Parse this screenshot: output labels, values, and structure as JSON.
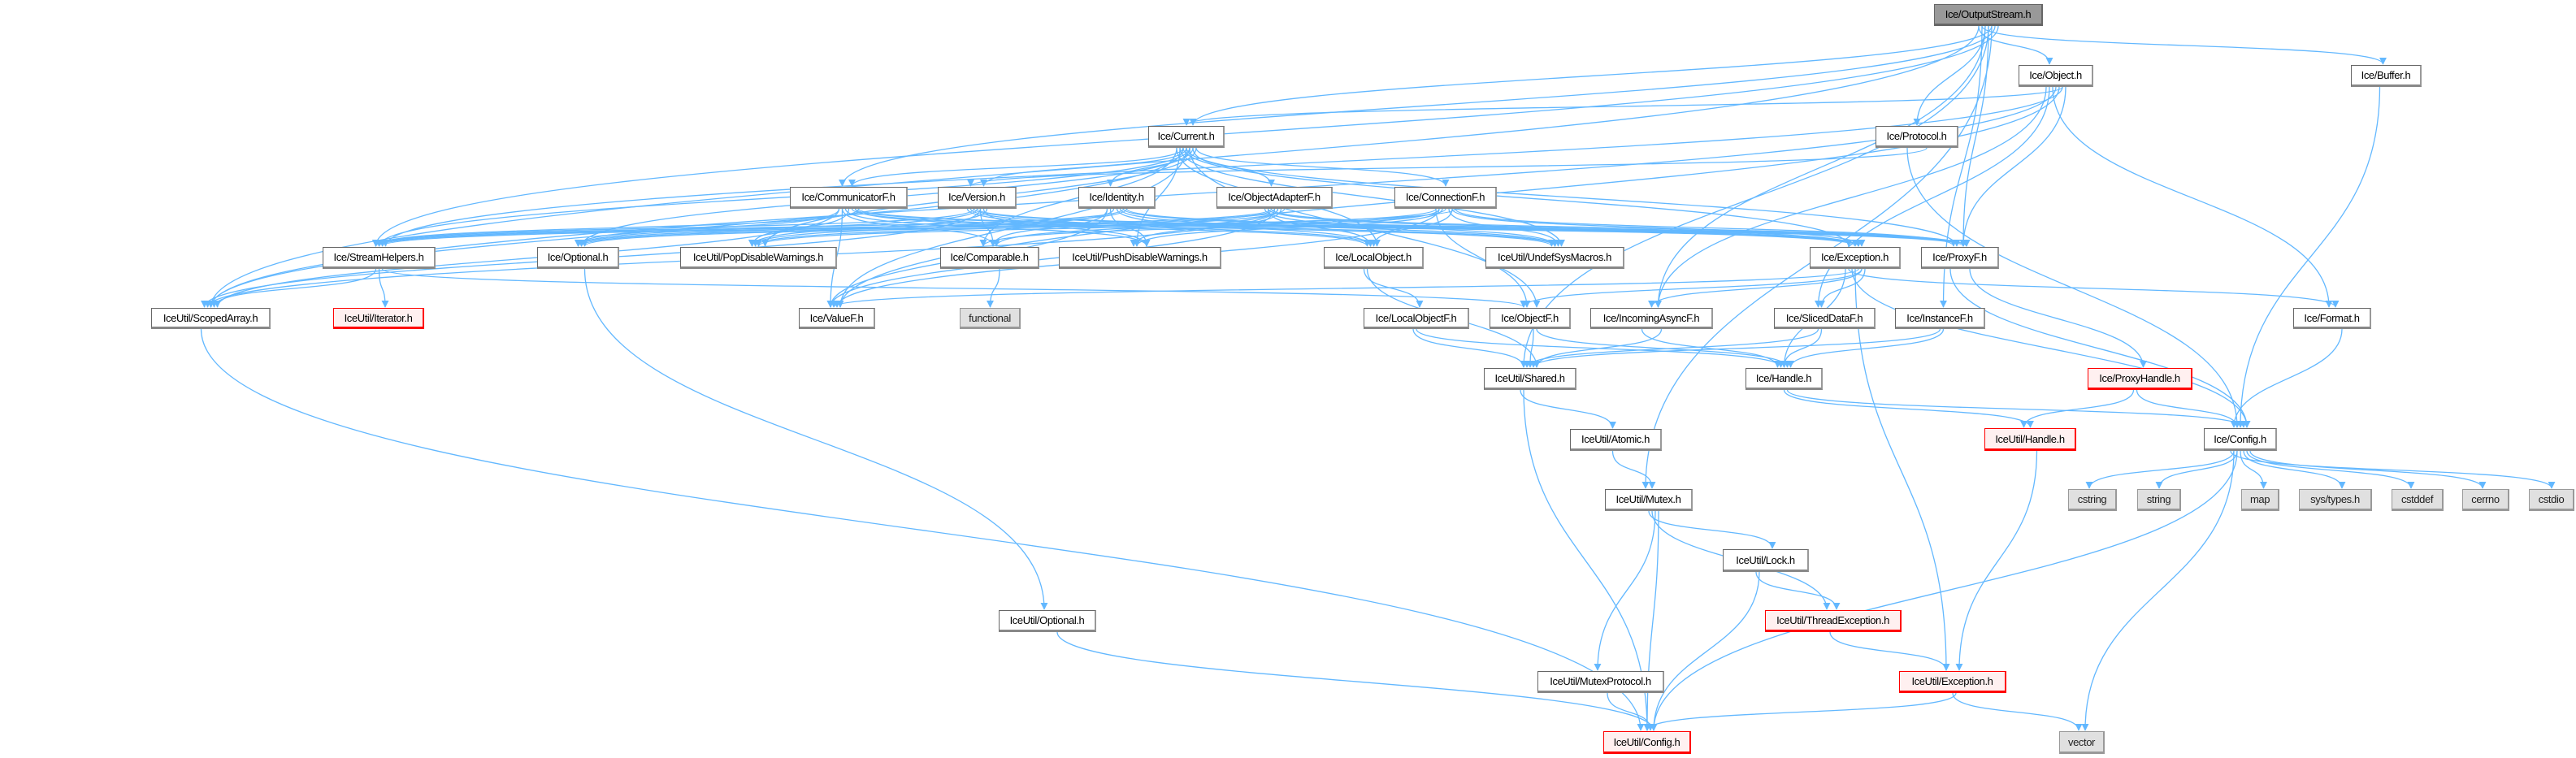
{
  "graph": {
    "nodes": {
      "outputstream": {
        "label": "Ice/OutputStream.h",
        "kind": "root"
      },
      "object": {
        "label": "Ice/Object.h",
        "kind": "normal"
      },
      "buffer": {
        "label": "Ice/Buffer.h",
        "kind": "normal"
      },
      "protocol": {
        "label": "Ice/Protocol.h",
        "kind": "normal"
      },
      "current": {
        "label": "Ice/Current.h",
        "kind": "normal"
      },
      "communicatorf": {
        "label": "Ice/CommunicatorF.h",
        "kind": "normal"
      },
      "version": {
        "label": "Ice/Version.h",
        "kind": "normal"
      },
      "identity": {
        "label": "Ice/Identity.h",
        "kind": "normal"
      },
      "objectadapterf": {
        "label": "Ice/ObjectAdapterF.h",
        "kind": "normal"
      },
      "connectionf": {
        "label": "Ice/ConnectionF.h",
        "kind": "normal"
      },
      "streamhelpers": {
        "label": "Ice/StreamHelpers.h",
        "kind": "normal"
      },
      "optional": {
        "label": "Ice/Optional.h",
        "kind": "normal"
      },
      "popdisable": {
        "label": "IceUtil/PopDisableWarnings.h",
        "kind": "normal"
      },
      "comparable": {
        "label": "Ice/Comparable.h",
        "kind": "normal"
      },
      "pushdisable": {
        "label": "IceUtil/PushDisableWarnings.h",
        "kind": "normal"
      },
      "localobject": {
        "label": "Ice/LocalObject.h",
        "kind": "normal"
      },
      "undefsys": {
        "label": "IceUtil/UndefSysMacros.h",
        "kind": "normal"
      },
      "exception": {
        "label": "Ice/Exception.h",
        "kind": "normal"
      },
      "proxyf": {
        "label": "Ice/ProxyF.h",
        "kind": "normal"
      },
      "scopedarray": {
        "label": "IceUtil/ScopedArray.h",
        "kind": "normal"
      },
      "iterator": {
        "label": "IceUtil/Iterator.h",
        "kind": "missing"
      },
      "valuef": {
        "label": "Ice/ValueF.h",
        "kind": "normal"
      },
      "functional": {
        "label": "functional",
        "kind": "external"
      },
      "localobjectf": {
        "label": "Ice/LocalObjectF.h",
        "kind": "normal"
      },
      "objectf": {
        "label": "Ice/ObjectF.h",
        "kind": "normal"
      },
      "incomingasyncf": {
        "label": "Ice/IncomingAsyncF.h",
        "kind": "normal"
      },
      "sliceddataf": {
        "label": "Ice/SlicedDataF.h",
        "kind": "normal"
      },
      "instancef": {
        "label": "Ice/InstanceF.h",
        "kind": "normal"
      },
      "format": {
        "label": "Ice/Format.h",
        "kind": "normal"
      },
      "shared": {
        "label": "IceUtil/Shared.h",
        "kind": "normal"
      },
      "handle": {
        "label": "Ice/Handle.h",
        "kind": "normal"
      },
      "proxyhandle": {
        "label": "Ice/ProxyHandle.h",
        "kind": "missing"
      },
      "iu_handle": {
        "label": "IceUtil/Handle.h",
        "kind": "missing"
      },
      "config": {
        "label": "Ice/Config.h",
        "kind": "normal"
      },
      "atomic": {
        "label": "IceUtil/Atomic.h",
        "kind": "normal"
      },
      "cstring": {
        "label": "cstring",
        "kind": "external"
      },
      "string": {
        "label": "string",
        "kind": "external"
      },
      "map": {
        "label": "map",
        "kind": "external"
      },
      "systypes": {
        "label": "sys/types.h",
        "kind": "external"
      },
      "cstddef": {
        "label": "cstddef",
        "kind": "external"
      },
      "cerrno": {
        "label": "cerrno",
        "kind": "external"
      },
      "cstdio": {
        "label": "cstdio",
        "kind": "external"
      },
      "mutex": {
        "label": "IceUtil/Mutex.h",
        "kind": "normal"
      },
      "lock": {
        "label": "IceUtil/Lock.h",
        "kind": "normal"
      },
      "iu_optional": {
        "label": "IceUtil/Optional.h",
        "kind": "normal"
      },
      "threadexc": {
        "label": "IceUtil/ThreadException.h",
        "kind": "missing"
      },
      "mutexprotocol": {
        "label": "IceUtil/MutexProtocol.h",
        "kind": "normal"
      },
      "iu_exception": {
        "label": "IceUtil/Exception.h",
        "kind": "missing"
      },
      "iu_config": {
        "label": "IceUtil/Config.h",
        "kind": "missing"
      },
      "vector": {
        "label": "vector",
        "kind": "external"
      }
    },
    "edges": [
      [
        "outputstream",
        "object"
      ],
      [
        "outputstream",
        "buffer"
      ],
      [
        "outputstream",
        "protocol"
      ],
      [
        "outputstream",
        "proxyf"
      ],
      [
        "outputstream",
        "current"
      ],
      [
        "outputstream",
        "communicatorf"
      ],
      [
        "outputstream",
        "streamhelpers"
      ],
      [
        "outputstream",
        "scopedarray"
      ],
      [
        "outputstream",
        "instancef"
      ],
      [
        "outputstream",
        "incomingasyncf"
      ],
      [
        "outputstream",
        "shared"
      ],
      [
        "outputstream",
        "mutex"
      ],
      [
        "object",
        "current"
      ],
      [
        "object",
        "proxyf"
      ],
      [
        "object",
        "incomingasyncf"
      ],
      [
        "object",
        "sliceddataf"
      ],
      [
        "object",
        "format"
      ],
      [
        "object",
        "scopedarray"
      ],
      [
        "object",
        "valuef"
      ],
      [
        "object",
        "streamhelpers"
      ],
      [
        "protocol",
        "version"
      ],
      [
        "protocol",
        "config"
      ],
      [
        "buffer",
        "config"
      ],
      [
        "current",
        "communicatorf"
      ],
      [
        "current",
        "version"
      ],
      [
        "current",
        "identity"
      ],
      [
        "current",
        "objectadapterf"
      ],
      [
        "current",
        "connectionf"
      ],
      [
        "current",
        "localobject"
      ],
      [
        "current",
        "undefsys"
      ],
      [
        "current",
        "exception"
      ],
      [
        "current",
        "proxyf"
      ],
      [
        "current",
        "streamhelpers"
      ],
      [
        "current",
        "optional"
      ],
      [
        "current",
        "popdisable"
      ],
      [
        "current",
        "comparable"
      ],
      [
        "current",
        "pushdisable"
      ],
      [
        "current",
        "scopedarray"
      ],
      [
        "current",
        "valuef"
      ],
      [
        "current",
        "objectf"
      ],
      [
        "communicatorf",
        "localobject"
      ],
      [
        "communicatorf",
        "streamhelpers"
      ],
      [
        "communicatorf",
        "optional"
      ],
      [
        "communicatorf",
        "comparable"
      ],
      [
        "communicatorf",
        "pushdisable"
      ],
      [
        "communicatorf",
        "popdisable"
      ],
      [
        "communicatorf",
        "undefsys"
      ],
      [
        "communicatorf",
        "exception"
      ],
      [
        "communicatorf",
        "proxyf"
      ],
      [
        "communicatorf",
        "scopedarray"
      ],
      [
        "communicatorf",
        "valuef"
      ],
      [
        "version",
        "streamhelpers"
      ],
      [
        "version",
        "optional"
      ],
      [
        "version",
        "comparable"
      ],
      [
        "version",
        "pushdisable"
      ],
      [
        "version",
        "popdisable"
      ],
      [
        "version",
        "localobject"
      ],
      [
        "version",
        "undefsys"
      ],
      [
        "version",
        "exception"
      ],
      [
        "version",
        "proxyf"
      ],
      [
        "version",
        "scopedarray"
      ],
      [
        "identity",
        "streamhelpers"
      ],
      [
        "identity",
        "optional"
      ],
      [
        "identity",
        "comparable"
      ],
      [
        "identity",
        "pushdisable"
      ],
      [
        "identity",
        "popdisable"
      ],
      [
        "identity",
        "localobject"
      ],
      [
        "identity",
        "undefsys"
      ],
      [
        "identity",
        "exception"
      ],
      [
        "identity",
        "proxyf"
      ],
      [
        "identity",
        "valuef"
      ],
      [
        "objectadapterf",
        "localobject"
      ],
      [
        "objectadapterf",
        "streamhelpers"
      ],
      [
        "objectadapterf",
        "optional"
      ],
      [
        "objectadapterf",
        "comparable"
      ],
      [
        "objectadapterf",
        "pushdisable"
      ],
      [
        "objectadapterf",
        "popdisable"
      ],
      [
        "objectadapterf",
        "undefsys"
      ],
      [
        "objectadapterf",
        "exception"
      ],
      [
        "objectadapterf",
        "proxyf"
      ],
      [
        "objectadapterf",
        "valuef"
      ],
      [
        "objectadapterf",
        "scopedarray"
      ],
      [
        "connectionf",
        "localobject"
      ],
      [
        "connectionf",
        "streamhelpers"
      ],
      [
        "connectionf",
        "optional"
      ],
      [
        "connectionf",
        "comparable"
      ],
      [
        "connectionf",
        "pushdisable"
      ],
      [
        "connectionf",
        "popdisable"
      ],
      [
        "connectionf",
        "undefsys"
      ],
      [
        "connectionf",
        "exception"
      ],
      [
        "connectionf",
        "proxyf"
      ],
      [
        "connectionf",
        "objectf"
      ],
      [
        "connectionf",
        "valuef"
      ],
      [
        "streamhelpers",
        "scopedarray"
      ],
      [
        "streamhelpers",
        "iterator"
      ],
      [
        "streamhelpers",
        "objectf"
      ],
      [
        "optional",
        "iu_optional"
      ],
      [
        "comparable",
        "functional"
      ],
      [
        "localobject",
        "localobjectf"
      ],
      [
        "localobject",
        "shared"
      ],
      [
        "localobjectf",
        "shared"
      ],
      [
        "localobjectf",
        "handle"
      ],
      [
        "objectf",
        "shared"
      ],
      [
        "objectf",
        "handle"
      ],
      [
        "incomingasyncf",
        "shared"
      ],
      [
        "incomingasyncf",
        "handle"
      ],
      [
        "sliceddataf",
        "shared"
      ],
      [
        "sliceddataf",
        "handle"
      ],
      [
        "instancef",
        "shared"
      ],
      [
        "instancef",
        "handle"
      ],
      [
        "exception",
        "objectf"
      ],
      [
        "exception",
        "sliceddataf"
      ],
      [
        "exception",
        "handle"
      ],
      [
        "exception",
        "format"
      ],
      [
        "exception",
        "config"
      ],
      [
        "exception",
        "iu_exception"
      ],
      [
        "exception",
        "valuef"
      ],
      [
        "exception",
        "incomingasyncf"
      ],
      [
        "proxyf",
        "proxyhandle"
      ],
      [
        "proxyf",
        "config"
      ],
      [
        "proxyhandle",
        "iu_handle"
      ],
      [
        "proxyhandle",
        "config"
      ],
      [
        "handle",
        "iu_handle"
      ],
      [
        "handle",
        "config"
      ],
      [
        "iu_handle",
        "iu_exception"
      ],
      [
        "format",
        "config"
      ],
      [
        "shared",
        "atomic"
      ],
      [
        "shared",
        "iu_config"
      ],
      [
        "atomic",
        "mutex"
      ],
      [
        "mutex",
        "lock"
      ],
      [
        "mutex",
        "threadexc"
      ],
      [
        "mutex",
        "mutexprotocol"
      ],
      [
        "mutex",
        "iu_config"
      ],
      [
        "lock",
        "threadexc"
      ],
      [
        "lock",
        "iu_config"
      ],
      [
        "threadexc",
        "iu_exception"
      ],
      [
        "iu_exception",
        "vector"
      ],
      [
        "iu_exception",
        "iu_config"
      ],
      [
        "mutexprotocol",
        "iu_config"
      ],
      [
        "iu_optional",
        "iu_config"
      ],
      [
        "scopedarray",
        "iu_config"
      ],
      [
        "config",
        "cstring"
      ],
      [
        "config",
        "string"
      ],
      [
        "config",
        "map"
      ],
      [
        "config",
        "systypes"
      ],
      [
        "config",
        "cstddef"
      ],
      [
        "config",
        "cerrno"
      ],
      [
        "config",
        "cstdio"
      ],
      [
        "config",
        "vector"
      ],
      [
        "config",
        "iu_config"
      ]
    ],
    "colors": {
      "edge": "#63b8ff",
      "missing_border": "#ff0000"
    }
  }
}
